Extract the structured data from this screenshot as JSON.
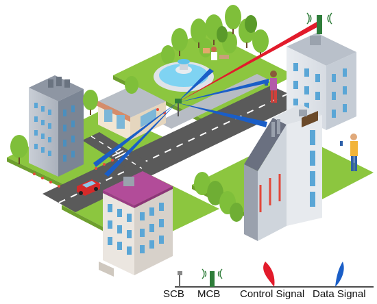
{
  "legend": {
    "scb_label": "SCB",
    "mcb_label": "MCB",
    "control_label": "Control Signal",
    "data_label": "Data Signal"
  },
  "colors": {
    "control_signal": "#e21b2b",
    "data_signal": "#1a5ec7",
    "grass": "#8cc63f",
    "road": "#5a5a5a",
    "tower": "#2f7d3a"
  }
}
